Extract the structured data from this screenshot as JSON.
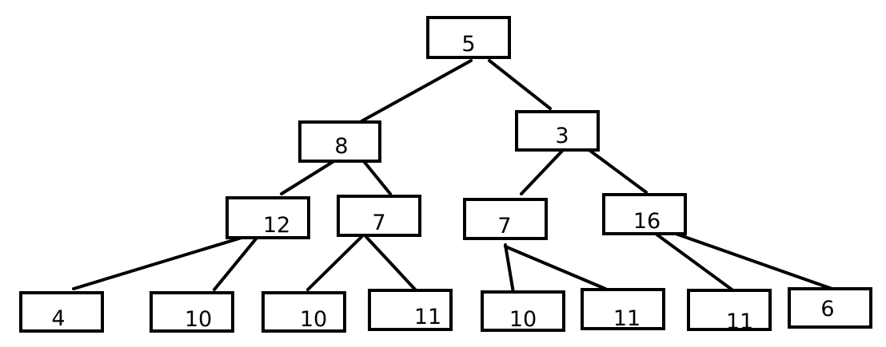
{
  "tree": {
    "nodes": [
      {
        "id": "n1",
        "label": "5"
      },
      {
        "id": "n2",
        "label": "8"
      },
      {
        "id": "n3",
        "label": "3"
      },
      {
        "id": "n4",
        "label": "12"
      },
      {
        "id": "n5",
        "label": "7"
      },
      {
        "id": "n6",
        "label": "7"
      },
      {
        "id": "n7",
        "label": "16"
      },
      {
        "id": "n8",
        "label": "4"
      },
      {
        "id": "n9",
        "label": "10"
      },
      {
        "id": "n10",
        "label": "10"
      },
      {
        "id": "n11",
        "label": "11"
      },
      {
        "id": "n12",
        "label": "10"
      },
      {
        "id": "n13",
        "label": "11"
      },
      {
        "id": "n14",
        "label": "11"
      },
      {
        "id": "n15",
        "label": "6"
      }
    ],
    "edges": [
      {
        "from": "n1",
        "to": "n2"
      },
      {
        "from": "n1",
        "to": "n3"
      },
      {
        "from": "n2",
        "to": "n4"
      },
      {
        "from": "n2",
        "to": "n5"
      },
      {
        "from": "n3",
        "to": "n6"
      },
      {
        "from": "n3",
        "to": "n7"
      },
      {
        "from": "n4",
        "to": "n8"
      },
      {
        "from": "n4",
        "to": "n9"
      },
      {
        "from": "n5",
        "to": "n10"
      },
      {
        "from": "n5",
        "to": "n11"
      },
      {
        "from": "n6",
        "to": "n12"
      },
      {
        "from": "n6",
        "to": "n13"
      },
      {
        "from": "n7",
        "to": "n14"
      },
      {
        "from": "n7",
        "to": "n15"
      }
    ]
  }
}
